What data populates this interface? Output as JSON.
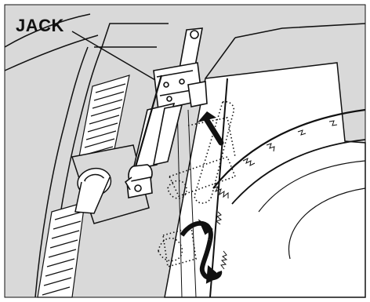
{
  "callout": {
    "label": "JACK"
  },
  "colors": {
    "background": "#d9d9d9",
    "stroke": "#111111",
    "paper": "#ffffff"
  },
  "parts": [
    "jack",
    "jack-compartment-panel",
    "spare-tire",
    "rotation-arrow",
    "removal-arrow"
  ]
}
